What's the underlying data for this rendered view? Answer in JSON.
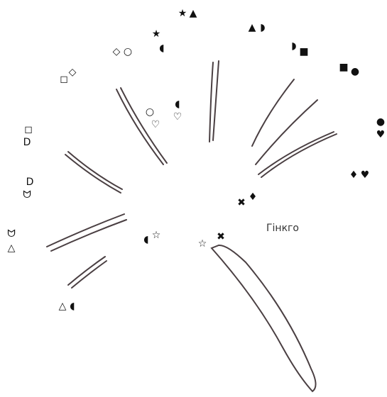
{
  "label": "Гінкго",
  "vein_color": "#4a3f42",
  "symbol_pairs": [
    [
      "★",
      "▲"
    ],
    [
      "▲",
      "◗"
    ],
    [
      "★",
      "◖"
    ],
    [
      "◇",
      "○"
    ],
    [
      "◗",
      "■"
    ],
    [
      "■",
      "●"
    ],
    [
      "◻",
      "◇"
    ],
    [
      "◖",
      "♡"
    ],
    [
      "○",
      "♡"
    ],
    [
      "◻",
      "D"
    ],
    [
      "●",
      "♥"
    ],
    [
      "D",
      "ᗢ"
    ],
    [
      "♦",
      "♥"
    ],
    [
      "✖",
      "♦"
    ],
    [
      "ᗢ",
      "△"
    ],
    [
      "◖",
      "☆"
    ],
    [
      "☆",
      "✖"
    ],
    [
      "△",
      "◖"
    ]
  ]
}
